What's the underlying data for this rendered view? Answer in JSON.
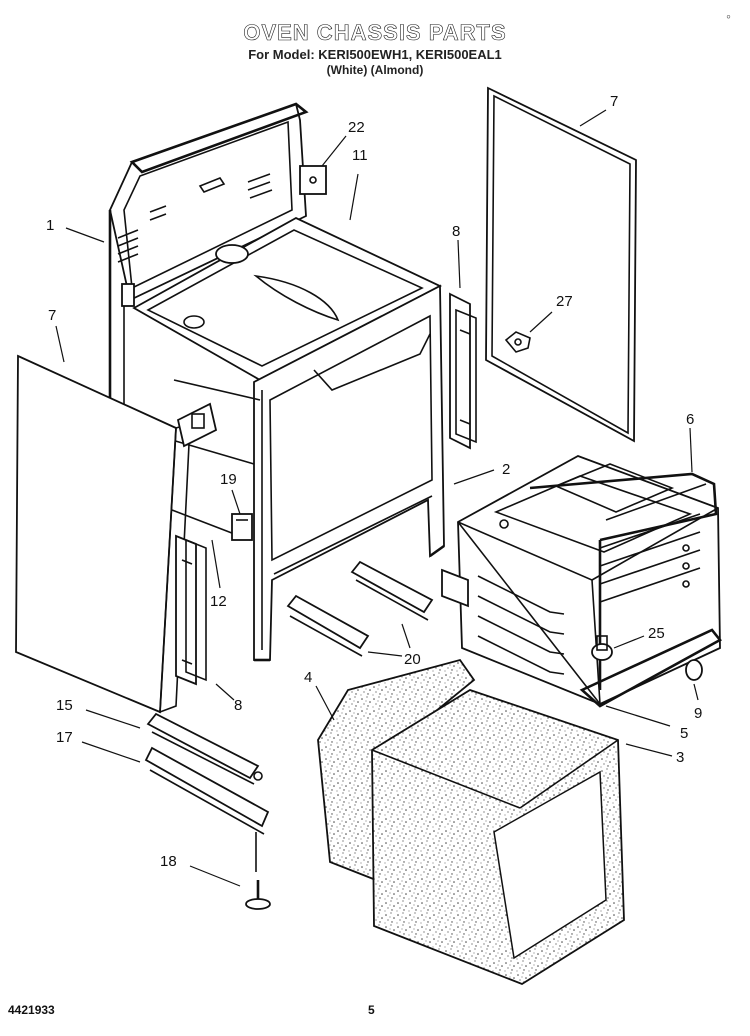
{
  "header": {
    "title": "OVEN CHASSIS PARTS",
    "models": "For Model: KERI500EWH1, KERI500EAL1",
    "variants": "(White)     (Almond)"
  },
  "footer": {
    "code": "4421933",
    "page": "5"
  },
  "corner_mark": "◦",
  "callouts": {
    "c1": "1",
    "c2": "2",
    "c3": "3",
    "c4": "4",
    "c5": "5",
    "c6": "6",
    "c7a": "7",
    "c7b": "7",
    "c8a": "8",
    "c8b": "8",
    "c9": "9",
    "c11": "11",
    "c12": "12",
    "c15": "15",
    "c17": "17",
    "c18": "18",
    "c19": "19",
    "c20": "20",
    "c22": "22",
    "c25": "25",
    "c27": "27"
  }
}
